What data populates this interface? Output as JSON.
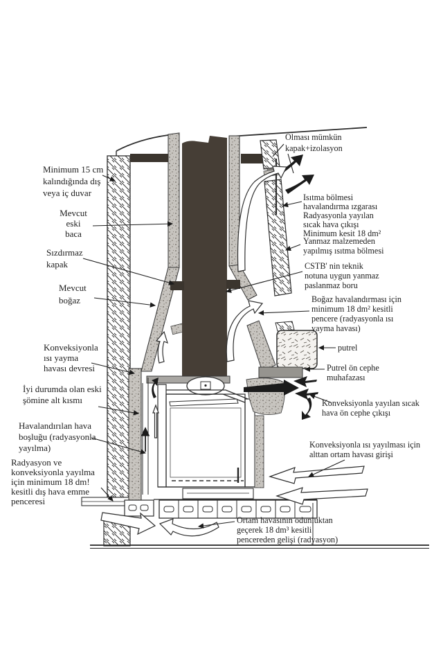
{
  "document": {
    "kind": "scanned fireplace / chimney installation cross-section diagram",
    "language": "Turkish"
  },
  "colors": {
    "ink": "#2a2a2a",
    "flue": "#463e36",
    "seal": "#3b352e",
    "band": "#96948f",
    "paper": "#ffffff"
  },
  "labels": {
    "minimum_wall": {
      "lines": [
        "Minimum 15 cm",
        "kalındığında dış",
        "veya iç duvar"
      ]
    },
    "mevcut_eski_baca": {
      "lines": [
        "Mevcut",
        "eski",
        "baca"
      ]
    },
    "sizdirmaz_kapak": {
      "lines": [
        "Sızdırmaz",
        "kapak"
      ]
    },
    "mevcut_bogaz": {
      "lines": [
        "Mevcut",
        "boğaz"
      ]
    },
    "konveksiyon_devresi": {
      "lines": [
        "Konveksiyonla",
        "ısı yayma",
        "havası devresi"
      ]
    },
    "eski_somine_alt": {
      "lines": [
        "İyi durumda olan eski",
        "şömine alt kısmı"
      ]
    },
    "hava_boslugu": {
      "lines": [
        "Havalandırılan hava",
        "boşluğu (radyasyonla",
        "yayılma)"
      ]
    },
    "dis_hava_penceresi": {
      "lines": [
        "Radyasyon ve",
        "konveksiyonla yayılma",
        "için minimum 18 dm!",
        "kesitli dış hava emme",
        "penceresi"
      ]
    },
    "kapak_izolasyon": {
      "lines": [
        "Olması mümkün",
        "kapak+izolasyon"
      ]
    },
    "isitma_izgara": {
      "lines": [
        "Isıtma bölmesi",
        "havalandırma ızgarası",
        "Radyasyonla yayılan",
        "sıcak hava çıkışı",
        "Minimum kesit 18 dm²"
      ]
    },
    "yanmaz_bolme": {
      "lines": [
        "Yanmaz malzemeden",
        "yapılmış ısıtma bölmesi"
      ]
    },
    "cstb_boru": {
      "lines": [
        "CSTB' nin teknik",
        "notuna uygun yanmaz",
        "paslanmaz boru"
      ]
    },
    "bogaz_penceresi": {
      "lines": [
        "Boğaz havalandırması için",
        "minimum 18 dm² kesitli",
        "pencere (radyasyonla ısı",
        "yayma havası)"
      ]
    },
    "putrel": {
      "lines": [
        "putrel"
      ]
    },
    "putrel_muhafaza": {
      "lines": [
        "Putrel ön cephe",
        "muhafazası"
      ]
    },
    "konveksiyon_cikis": {
      "lines": [
        "Konveksiyonla yayılan sıcak",
        "hava ön cephe çıkışı"
      ]
    },
    "ortam_giris": {
      "lines": [
        "Konveksiyonla ısı yayılması için",
        "alttan ortam havası girişi"
      ]
    },
    "odunluk_pencere": {
      "lines": [
        "Ortam havasının odunluktan",
        "geçerek 18 dm³ kesitli",
        "pencereden gelişi (radyasyon)"
      ]
    }
  }
}
